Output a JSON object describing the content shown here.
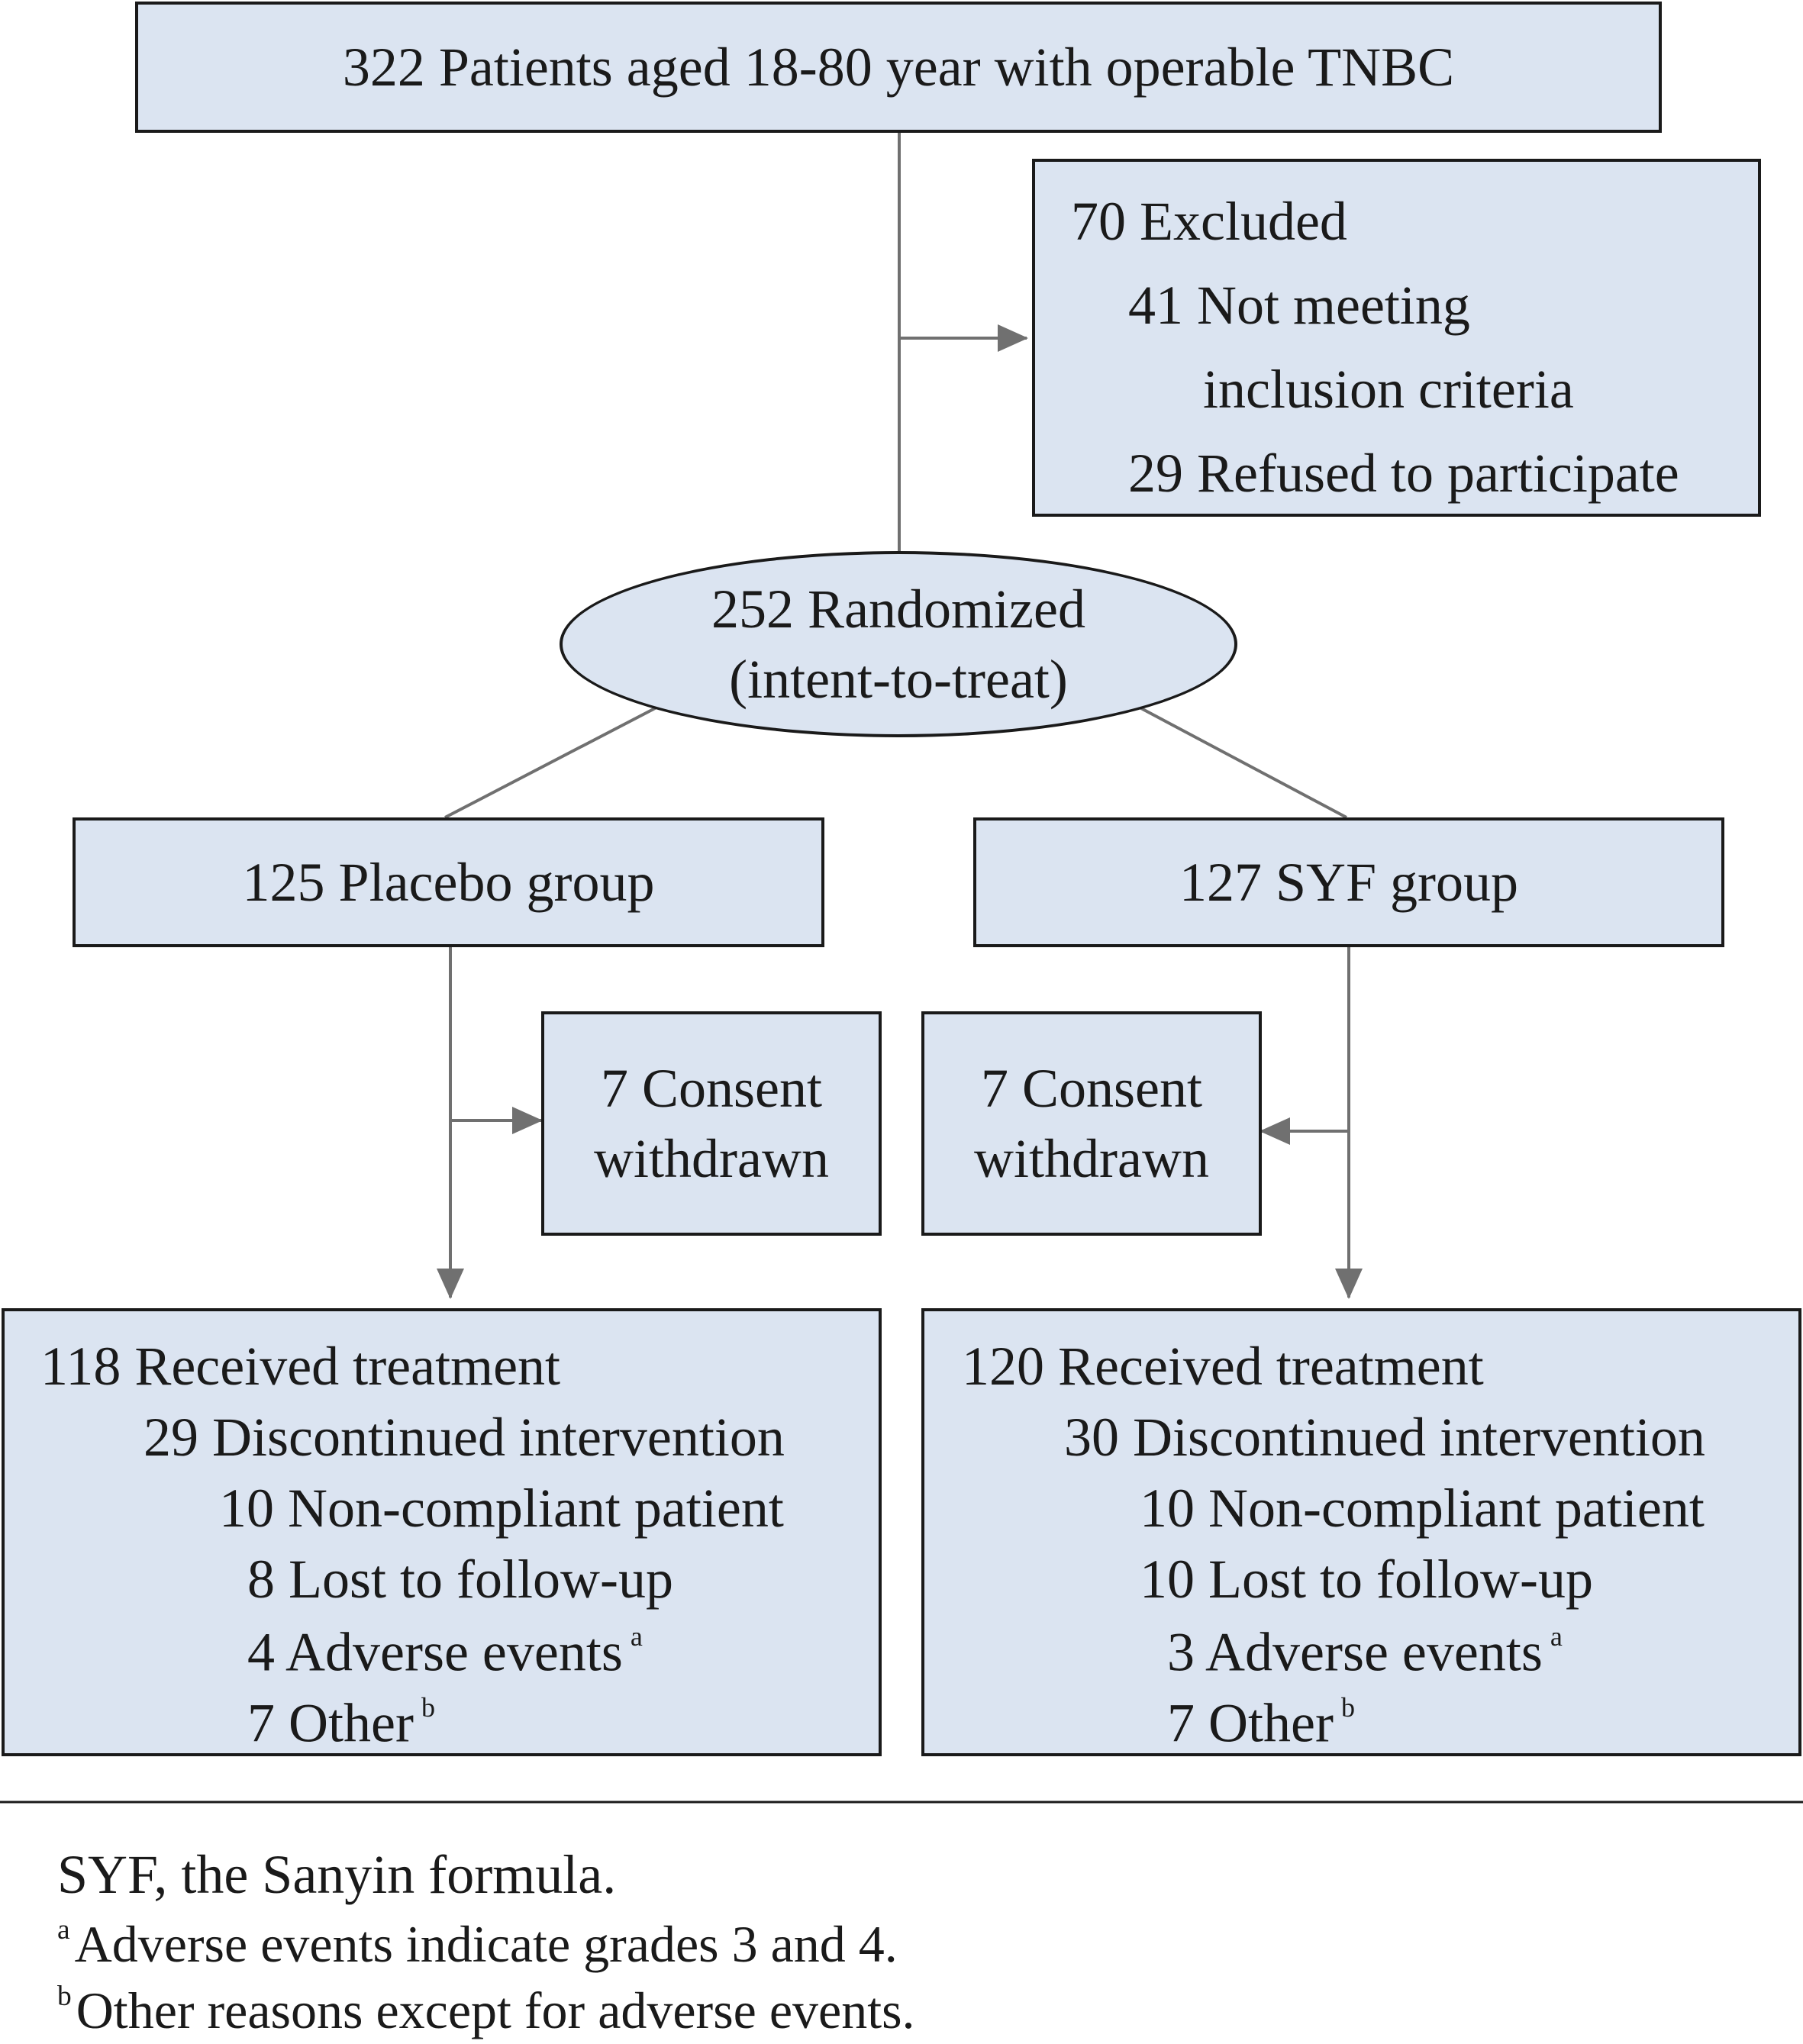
{
  "enrollment": {
    "label": "322 Patients aged 18-80 year with operable TNBC"
  },
  "excluded": {
    "title": "70 Excluded",
    "line1": "41 Not meeting",
    "line2": "inclusion criteria",
    "line3": "29 Refused to participate"
  },
  "randomized": {
    "line1": "252 Randomized",
    "line2": "(intent-to-treat)"
  },
  "placebo": {
    "group": "125 Placebo group",
    "withdrawn_line1": "7 Consent",
    "withdrawn_line2": "withdrawn",
    "received": "118 Received treatment",
    "discontinued": "29 Discontinued intervention",
    "noncompliant": "10 Non-compliant patient",
    "lost": "8 Lost to follow-up",
    "adverse": "4 Adverse events",
    "other": "7 Other"
  },
  "syf": {
    "group": "127 SYF group",
    "withdrawn_line1": "7 Consent",
    "withdrawn_line2": "withdrawn",
    "received": "120 Received treatment",
    "discontinued": "30 Discontinued intervention",
    "noncompliant": "10 Non-compliant patient",
    "lost": "10 Lost to follow-up",
    "adverse": "3 Adverse events",
    "other": "7 Other"
  },
  "markers": {
    "a": "a",
    "b": "b"
  },
  "notes": {
    "abbrev": "SYF, the Sanyin formula.",
    "note_a_mark": "a",
    "note_a": "Adverse events indicate grades 3 and 4.",
    "note_b_mark": "b",
    "note_b": "Other reasons except for adverse events."
  },
  "colors": {
    "box_fill": "#dbe4f1",
    "border": "#1a1a1a",
    "connector": "#707070"
  }
}
